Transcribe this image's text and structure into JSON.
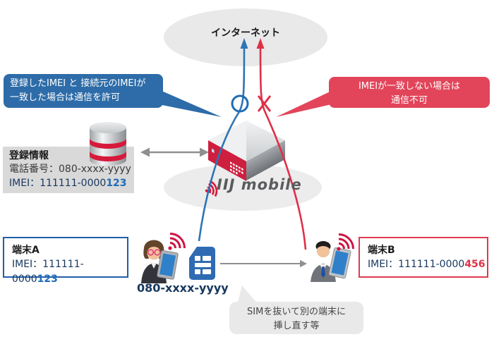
{
  "cloud": {
    "label": "インターネット"
  },
  "callouts": {
    "allow": {
      "text_line1": "登録したIMEI と 接続元のIMEIが",
      "text_line2": "一致した場合は通信を許可"
    },
    "deny": {
      "text_line1": "IMEIが一致しない場合は",
      "text_line2": "通信不可"
    },
    "sim_note": {
      "text_line1": "SIMを抜いて別の端末に",
      "text_line2": "挿し直す等"
    }
  },
  "registration": {
    "title": "登録情報",
    "phone": "電話番号：080-xxxx-yyyy",
    "imei_prefix": "IMEI：111111-0000",
    "imei_suffix": "123"
  },
  "devices": {
    "a": {
      "title": "端末A",
      "imei_prefix": "IMEI：111111-0000",
      "imei_suffix": "123"
    },
    "b": {
      "title": "端末B",
      "imei_prefix": "IMEI：111111-0000",
      "imei_suffix": "456"
    }
  },
  "sim": {
    "phone_number": "080-xxxx-yyyy"
  },
  "brand": {
    "name": "IIJ mobile"
  },
  "icons": {
    "allow_marker": "circle-marker",
    "deny_marker": "x-marker",
    "database": "database-icon",
    "router": "router-icon",
    "sim_card": "sim-card-icon",
    "wifi": "wifi-signal-icon"
  },
  "colors": {
    "blue-callout": "#2D6CA8",
    "red-callout": "#E2455A",
    "blue-line": "#2E74B6",
    "red-line": "#DF3048",
    "blue-border": "#1F5FA9",
    "red-border": "#E0394E",
    "navy-text": "#17375E",
    "blue-highlight": "#1F6BB5",
    "red-highlight": "#E03348",
    "gray-panel": "#D9D9D9",
    "gray-callout": "#E9E9E9",
    "cloud-gray": "#E9E9E9",
    "brand-red": "#D61A3C",
    "brand-gray": "#5A5B5E",
    "router-red": "#CE1F3F",
    "wifi-red": "#CE1443",
    "arrow-gray": "#8F8F8F"
  }
}
